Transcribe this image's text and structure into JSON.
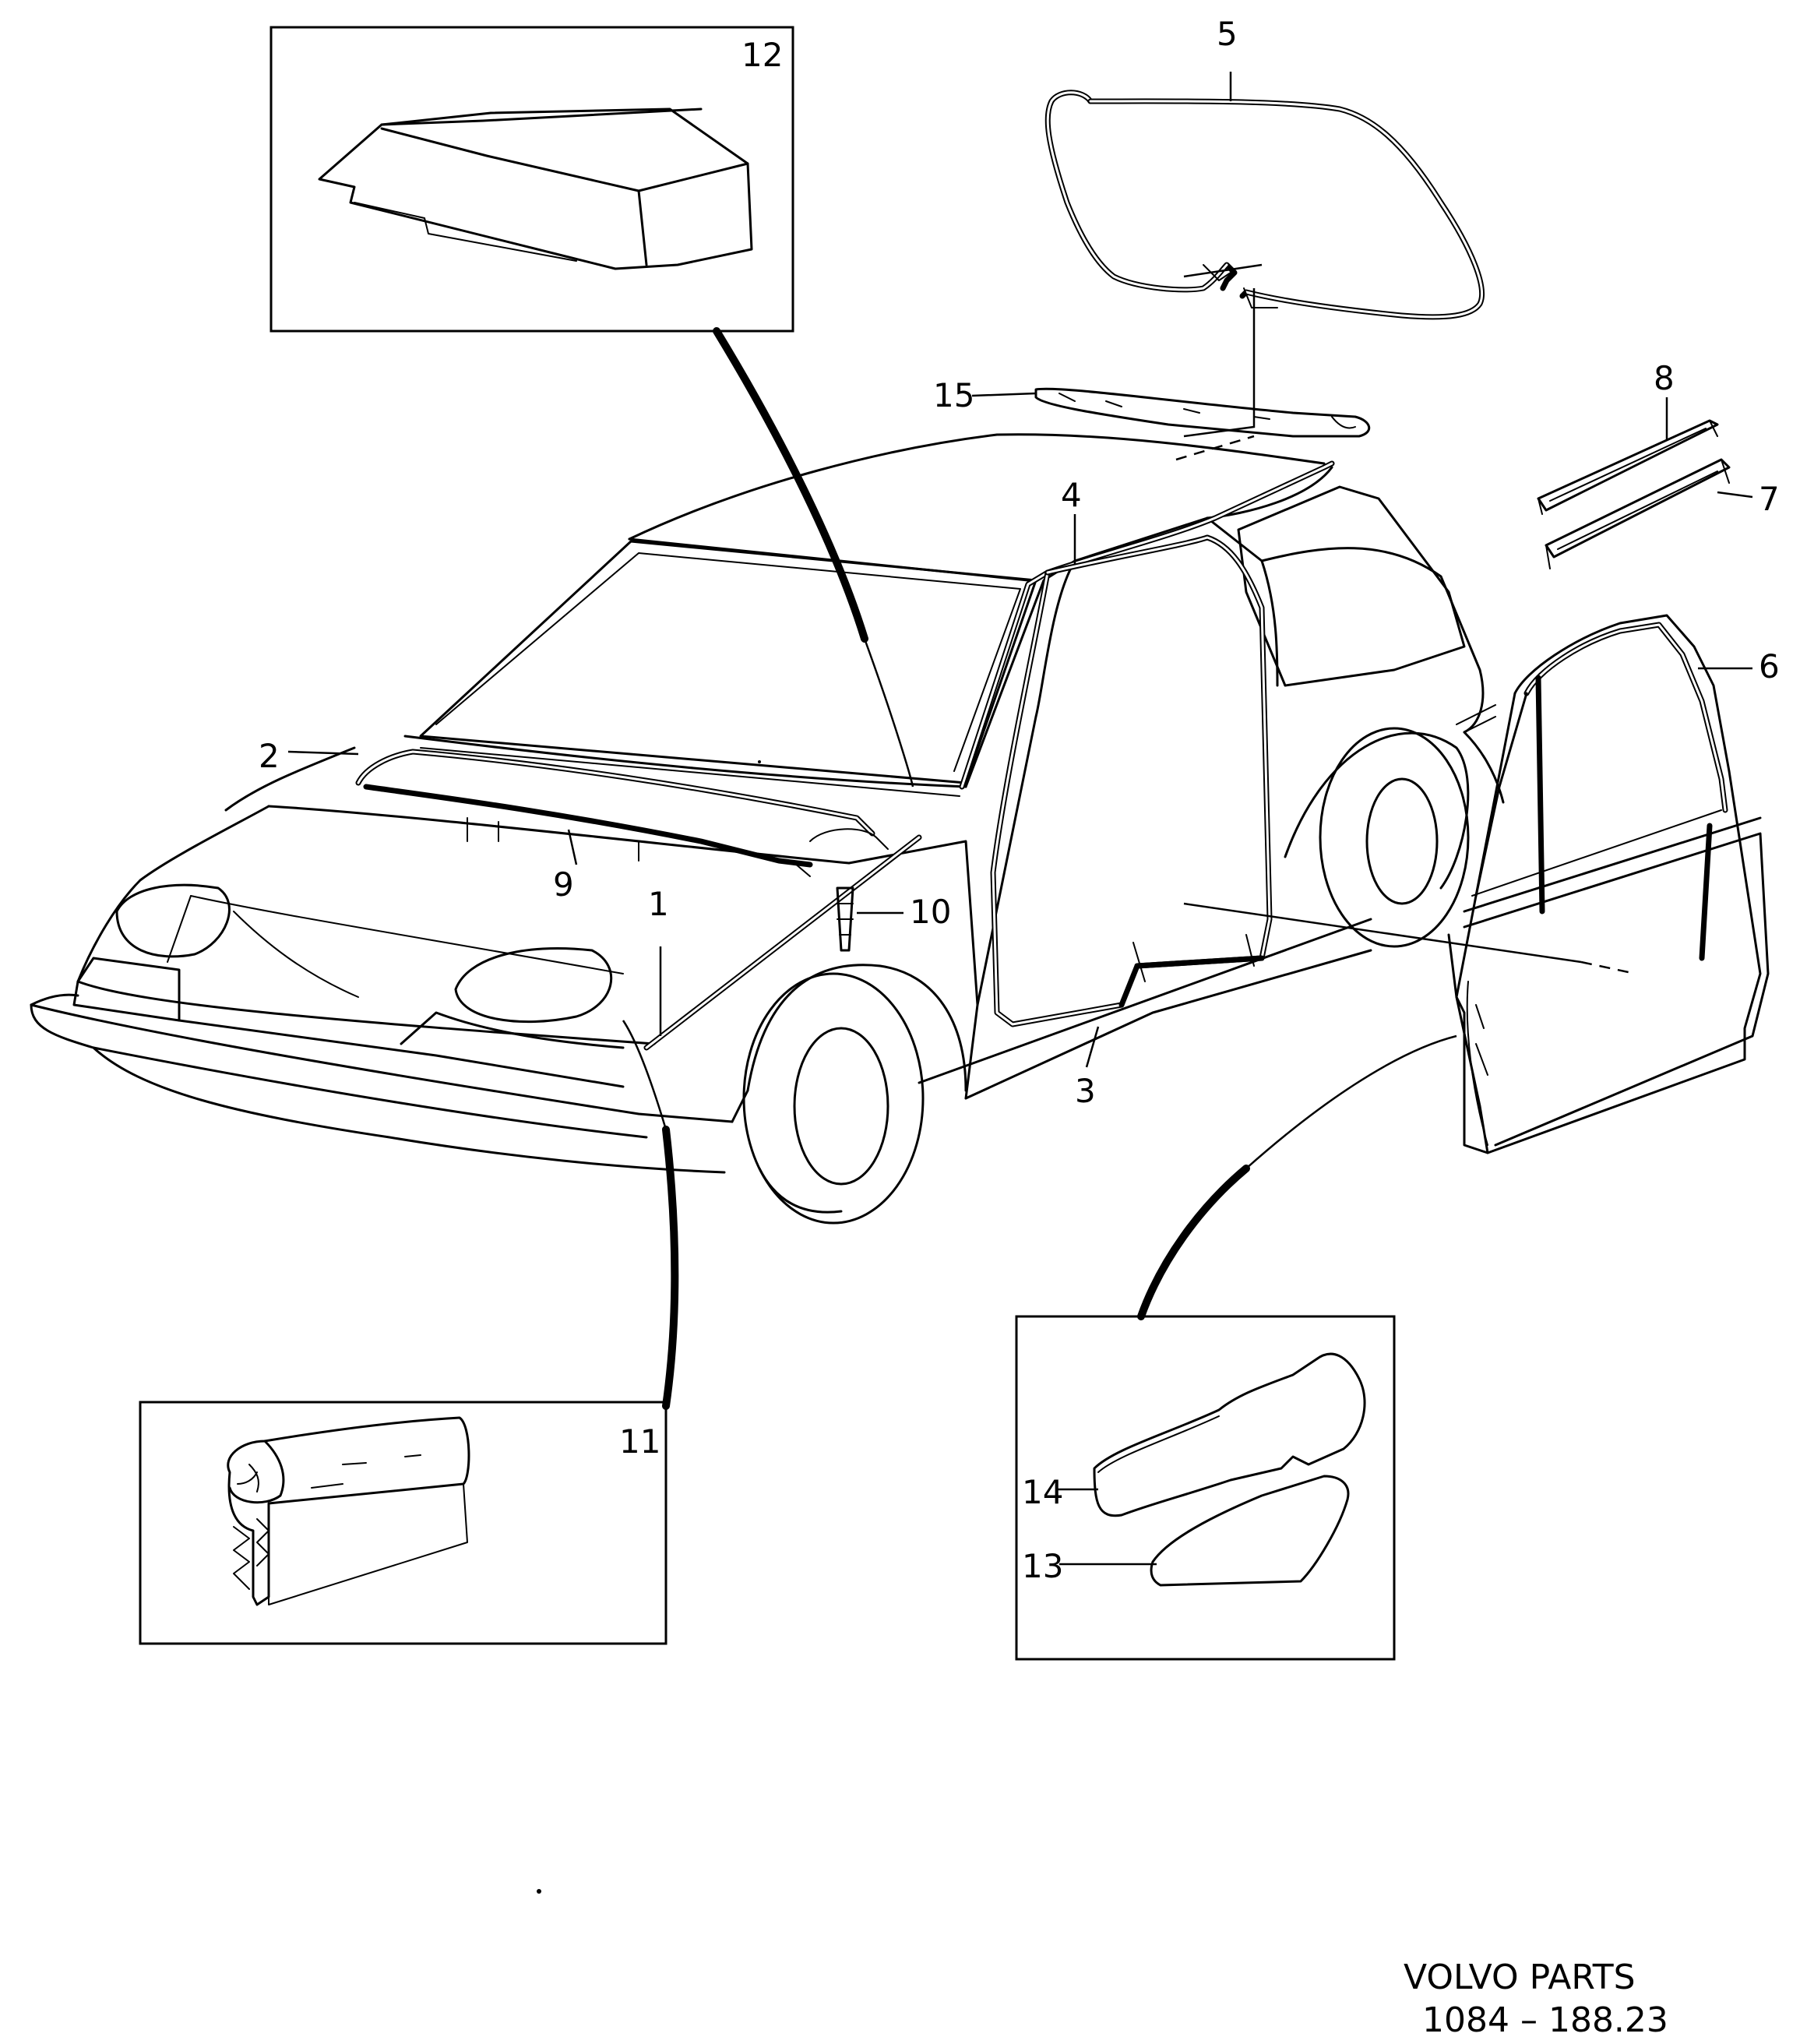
{
  "diagram": {
    "part_labels": {
      "p1": "1",
      "p2": "2",
      "p3": "3",
      "p4": "4",
      "p5": "5",
      "p6": "6",
      "p7": "7",
      "p8": "8",
      "p9": "9",
      "p10": "10",
      "p11": "11",
      "p12": "12",
      "p13": "13",
      "p14": "14",
      "p15": "15"
    },
    "footer": {
      "brand": "VOLVO PARTS",
      "code": "1084 – 188.23"
    }
  }
}
